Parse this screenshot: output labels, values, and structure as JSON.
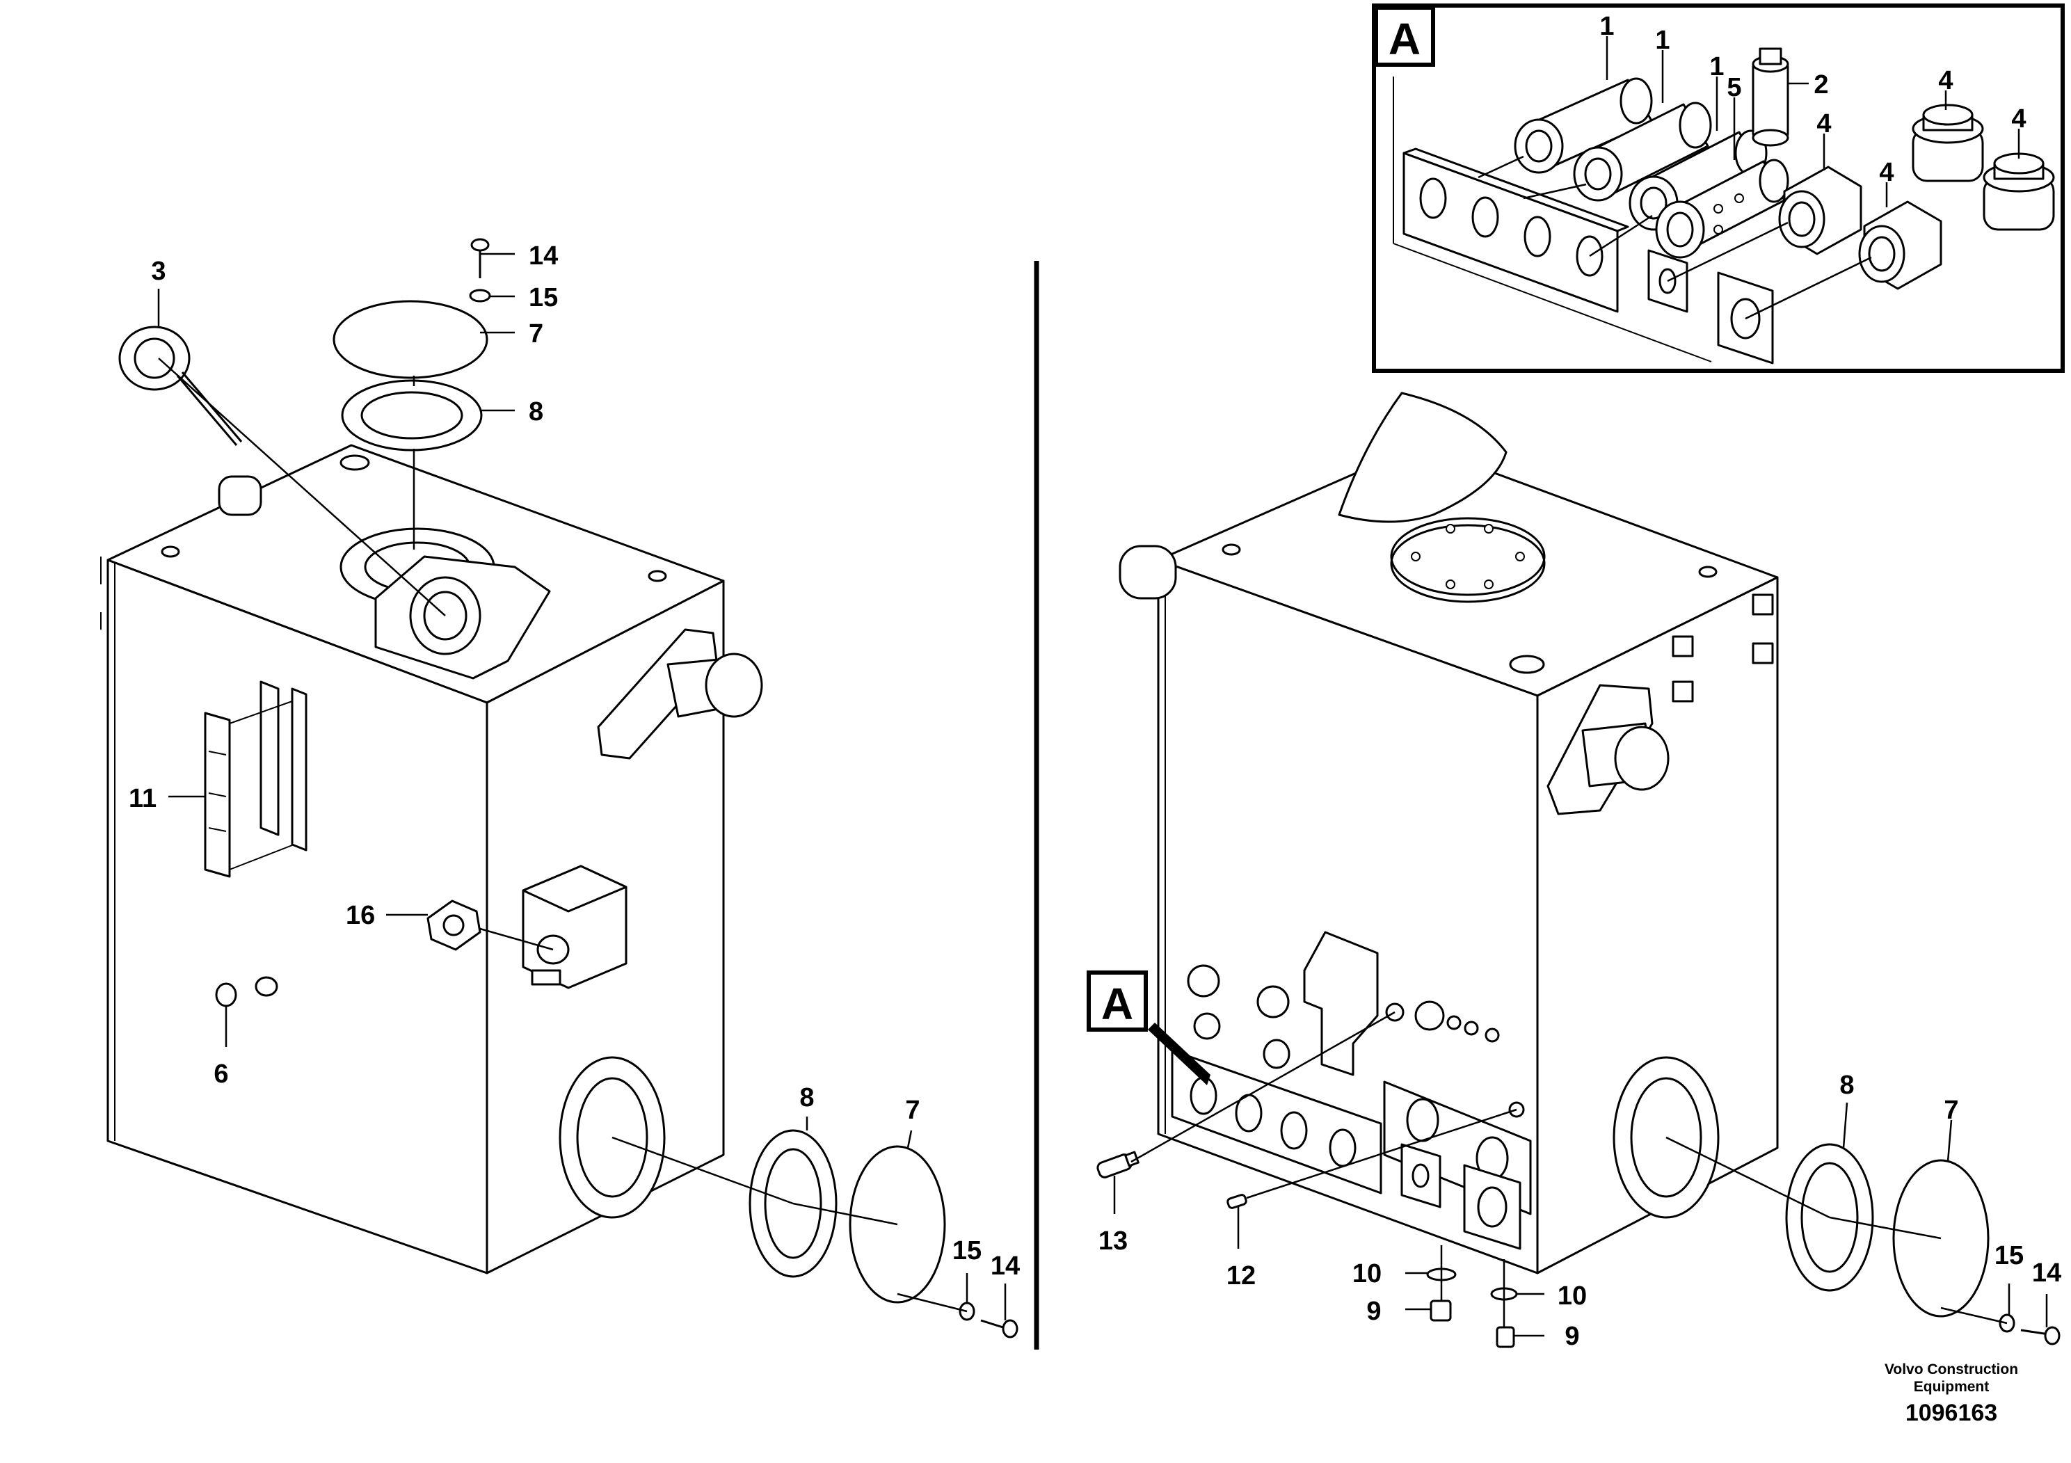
{
  "detail_view": {
    "callout": "A"
  },
  "left_view": {
    "labels": {
      "l3": "3",
      "l14_top": "14",
      "l15_top": "15",
      "l7_top": "7",
      "l8_top": "8",
      "l11": "11",
      "l16": "16",
      "l6": "6",
      "l8_bottom": "8",
      "l7_bottom": "7",
      "l15_bottom": "15",
      "l14_bottom": "14"
    }
  },
  "right_view": {
    "callout": "A",
    "labels": {
      "l13": "13",
      "l12": "12",
      "l10_left": "10",
      "l9_left": "9",
      "l10_right": "10",
      "l9_right": "9",
      "l8": "8",
      "l7": "7",
      "l15": "15",
      "l14": "14"
    }
  },
  "detail_labels": {
    "d1_a": "1",
    "d1_b": "1",
    "d1_c": "1",
    "d2": "2",
    "d5": "5",
    "d4_a": "4",
    "d4_b": "4",
    "d4_c": "4",
    "d4_d": "4"
  },
  "footer": {
    "brand_line1": "Volvo Construction",
    "brand_line2": "Equipment",
    "drawing_number": "1096163"
  }
}
